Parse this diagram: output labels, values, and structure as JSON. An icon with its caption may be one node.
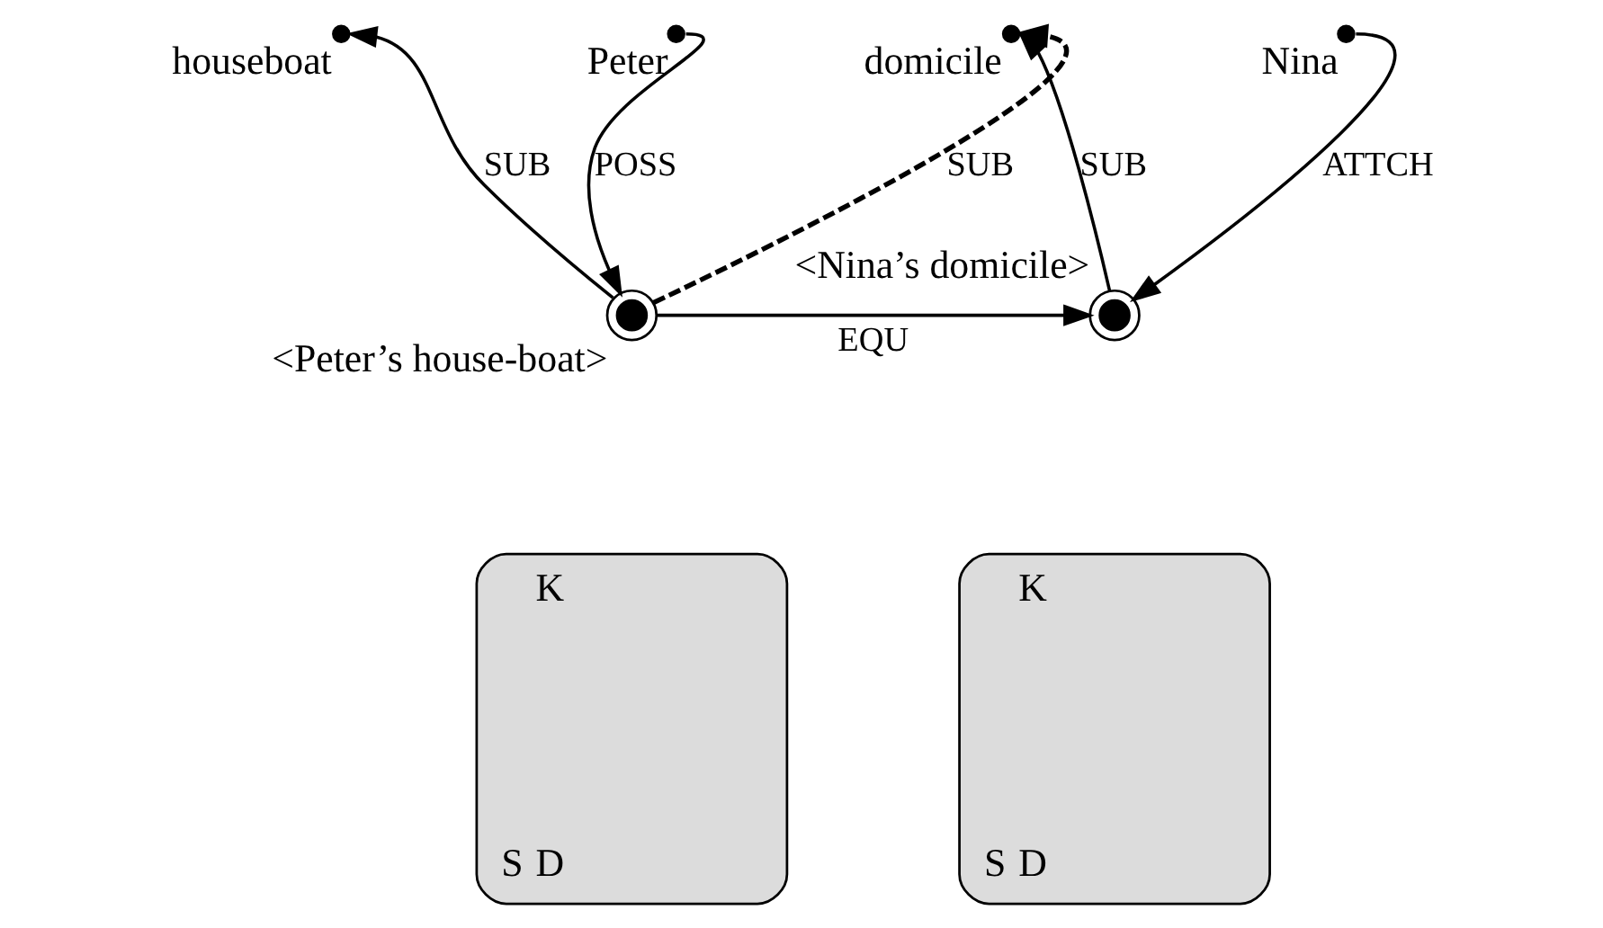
{
  "diagram": {
    "nodes": [
      {
        "text": [],
        "shape": "circle",
        "beside": [
          "<Peter’s house-boat>"
        ]
      },
      {
        "text": [
          "K",
          "S",
          "D"
        ]
      },
      {
        "text": [],
        "shape": "circle",
        "beside": [
          "houseboat"
        ]
      },
      {
        "text": [],
        "shape": "circle",
        "beside": [
          "Peter"
        ]
      },
      {
        "text": [],
        "shape": "circle",
        "beside": [
          "<Nina’s domicile>"
        ]
      },
      {
        "text": [
          "K",
          "S",
          "D"
        ]
      },
      {
        "text": [],
        "shape": "circle",
        "beside": [
          "domicile"
        ]
      },
      {
        "text": [],
        "shape": "circle",
        "beside": [
          "Nina"
        ]
      }
    ],
    "edges": [
      {
        "from": 0,
        "to": 4,
        "arrow": "to",
        "label": "EQU"
      },
      {
        "from": 0,
        "to": 2,
        "arrow": "to",
        "label": "SUB"
      },
      {
        "from": 3,
        "to": 0,
        "arrow": "to",
        "label": "POSS"
      },
      {
        "from": 4,
        "to": 6,
        "arrow": "to",
        "label": "SUB"
      },
      {
        "from": 7,
        "to": 4,
        "arrow": "to",
        "label": "ATTCH"
      },
      {
        "from": 0,
        "to": 6,
        "arrow": "to",
        "label": "SUB",
        "style": "dashed"
      }
    ]
  }
}
